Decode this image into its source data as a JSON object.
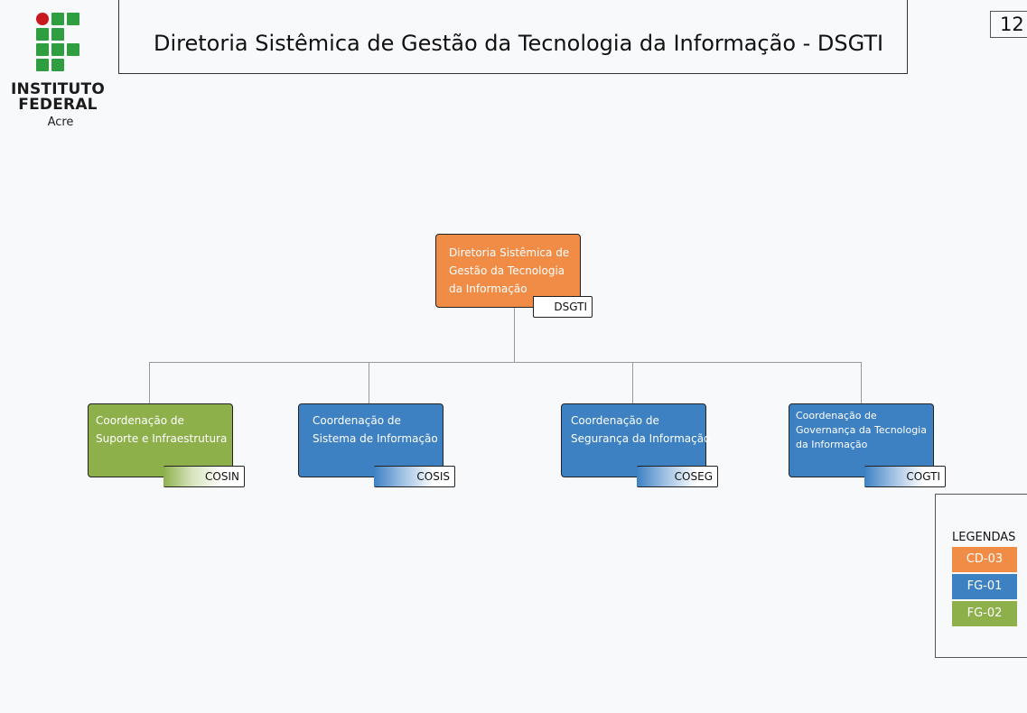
{
  "logo": {
    "name_line1": "INSTITUTO",
    "name_line2": "FEDERAL",
    "campus": "Acre",
    "colors": {
      "green": "#2f9e41",
      "red": "#c8191e"
    }
  },
  "header": {
    "title": "Diretoria Sistêmica de Gestão da Tecnologia da Informação - DSGTI",
    "page_number": "12"
  },
  "org_chart": {
    "root": {
      "name": "Diretoria Sistêmica de Gestão da Tecnologia da Informação",
      "name_lines": [
        "Diretoria Sistêmica de",
        "Gestão da Tecnologia",
        "da Informação"
      ],
      "acronym": "DSGTI",
      "color": "#f08c46",
      "level": "CD-03"
    },
    "children": [
      {
        "name": "Coordenação de Suporte e Infraestrutura",
        "name_lines": [
          "Coordenação de",
          "Suporte e Infraestrutura"
        ],
        "acronym": "COSIN",
        "color": "#8db04b",
        "level": "FG-02"
      },
      {
        "name": "Coordenação de Sistema de Informação",
        "name_lines": [
          "Coordenação de",
          "Sistema de Informação"
        ],
        "acronym": "COSIS",
        "color": "#3d81c3",
        "level": "FG-01"
      },
      {
        "name": "Coordenação de Segurança da Informação",
        "name_lines": [
          "Coordenação de",
          "Segurança da Informação"
        ],
        "acronym": "COSEG",
        "color": "#3d81c3",
        "level": "FG-01"
      },
      {
        "name": "Coordenação de Governança da Tecnologia da Informação",
        "name_lines": [
          "Coordenação de",
          "Governança da Tecnologia",
          "da Informação"
        ],
        "acronym": "COGTI",
        "color": "#3d81c3",
        "level": "FG-01"
      }
    ]
  },
  "legend": {
    "title": "LEGENDAS",
    "items": [
      {
        "label": "CD-03",
        "color": "#f08c46"
      },
      {
        "label": "FG-01",
        "color": "#3d81c3"
      },
      {
        "label": "FG-02",
        "color": "#8db04b"
      }
    ]
  }
}
